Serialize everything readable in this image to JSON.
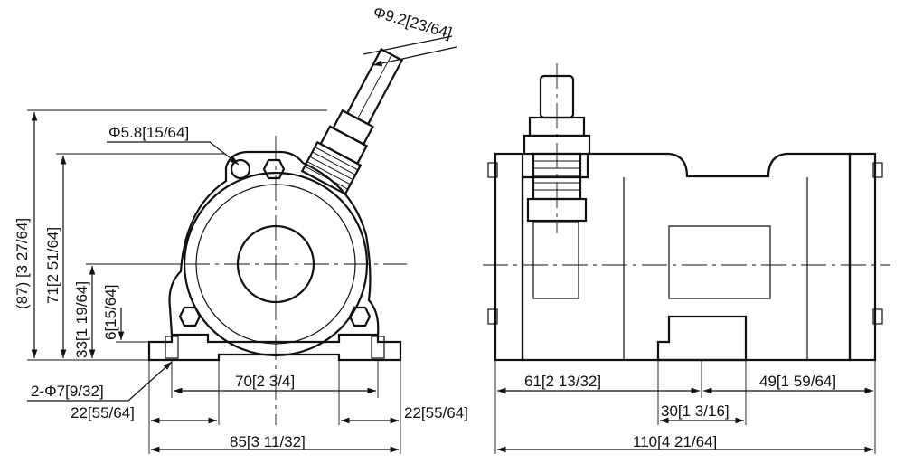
{
  "dimensions": {
    "cable_diameter": "Φ9.2[23/64]",
    "hole_diameter": "Φ5.8[15/64]",
    "overall_height": "(87) [3 27/64]",
    "center_height": "71[2 51/64]",
    "base_to_center": "33[1 19/64]",
    "base_thickness": "6[15/64]",
    "mount_holes": "2-Φ7[9/32]",
    "left_edge": "22[55/64]",
    "hole_spacing": "70[2 3/4]",
    "right_edge": "22[55/64]",
    "base_width": "85[3 11/32]",
    "side_left": "61[2 13/32]",
    "side_right": "49[1 59/64]",
    "foot_width": "30[1 3/16]",
    "overall_length": "110[4 21/64]"
  }
}
